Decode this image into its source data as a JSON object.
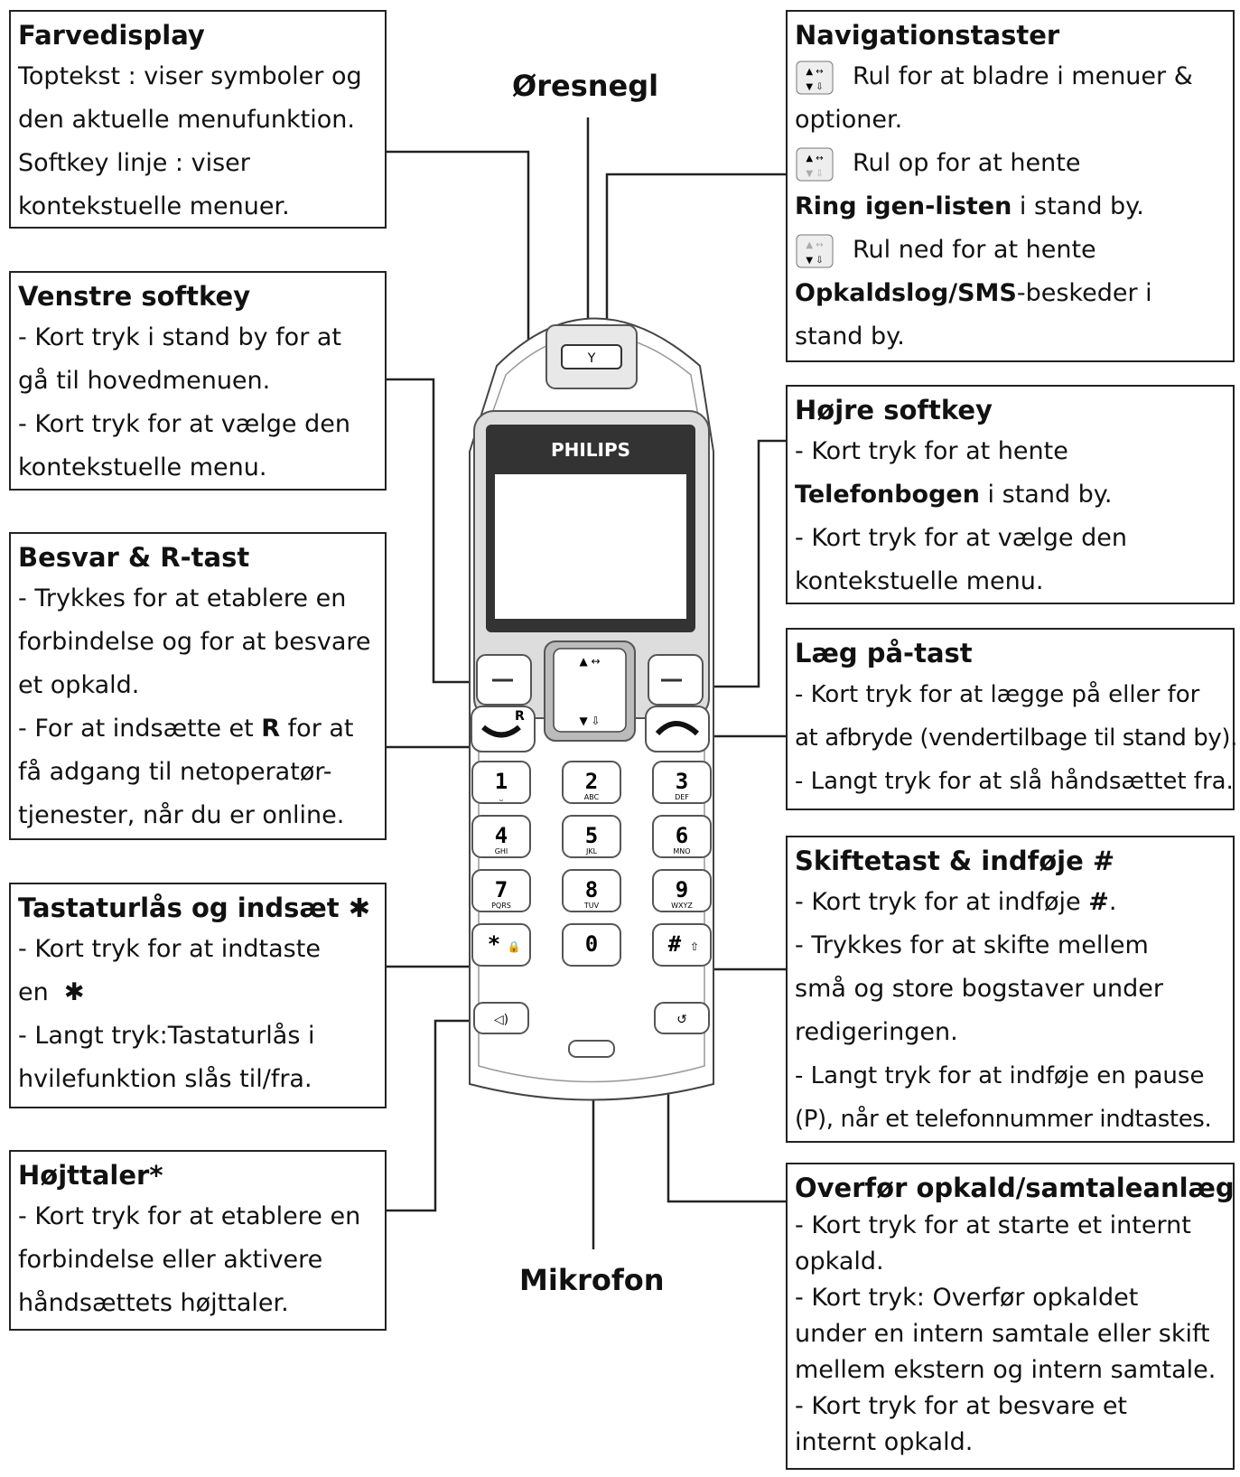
{
  "labels": {
    "earpiece": "Øresnegl",
    "microphone": "Mikrofon"
  },
  "phone": {
    "brand": "PHILIPS",
    "keys": [
      {
        "digit": "1",
        "sub": "⎵"
      },
      {
        "digit": "2",
        "sub": "ABC"
      },
      {
        "digit": "3",
        "sub": "DEF"
      },
      {
        "digit": "4",
        "sub": "GHI"
      },
      {
        "digit": "5",
        "sub": "JKL"
      },
      {
        "digit": "6",
        "sub": "MNO"
      },
      {
        "digit": "7",
        "sub": "PQRS"
      },
      {
        "digit": "8",
        "sub": "TUV"
      },
      {
        "digit": "9",
        "sub": "WXYZ"
      },
      {
        "digit": "*",
        "sub": "🔒"
      },
      {
        "digit": "0",
        "sub": ""
      },
      {
        "digit": "#",
        "sub": "⇧"
      }
    ],
    "r_label": "R"
  },
  "boxes": {
    "farvedisplay": {
      "title": "Farvedisplay",
      "lines": [
        "Toptekst : viser symboler og",
        "den aktuelle menufunktion.",
        "Softkey linje : viser",
        "kontekstuelle menuer."
      ]
    },
    "venstre": {
      "title": "Venstre softkey",
      "lines": [
        "- Kort tryk i stand by for at",
        "gå til hovedmenuen.",
        "- Kort tryk for at vælge den",
        "kontekstuelle menu."
      ]
    },
    "besvar": {
      "title": "Besvar & R-tast",
      "lines": [
        "- Trykkes for at etablere en",
        "forbindelse og for at besvare",
        "et opkald."
      ],
      "l4a": "- For at indsætte et ",
      "l4b": "R",
      "l4c": " for at",
      "lines2": [
        "få adgang til netoperatør-",
        "tjenester, når du er online."
      ]
    },
    "tastaturlaas": {
      "title": "Tastaturlås og indsæt",
      "title_star": "✱",
      "l1": "- Kort tryk for at indtaste",
      "l2": "en",
      "l2_star": "✱",
      "lines": [
        "- Langt tryk:Tastaturlås i",
        "hvilefunktion slås til/fra."
      ]
    },
    "hoejttaler": {
      "title": "Højttaler*",
      "lines": [
        "- Kort tryk for at etablere en",
        "forbindelse eller aktivere",
        "håndsættets højttaler."
      ]
    },
    "navigation": {
      "title": "Navigationstaster",
      "n1a": "Rul for at bladre i menuer &",
      "n1b": "optioner.",
      "n2a": "Rul op for at hente",
      "n2b_bold": "Ring igen-listen",
      "n2b_rest": " i stand by.",
      "n3a": "Rul ned for at hente",
      "n3b_bold": "Opkaldslog/SMS",
      "n3b_rest": "-beskeder i",
      "n3c": "stand by."
    },
    "hoejre": {
      "title": "Højre softkey",
      "l1": "- Kort tryk for at hente",
      "l2_bold": "Telefonbogen",
      "l2_rest": " i stand by.",
      "lines": [
        "- Kort tryk for at vælge den",
        "kontekstuelle menu."
      ]
    },
    "laegpaa": {
      "title": "Læg på-tast",
      "lines": [
        "- Kort tryk for at lægge på eller for",
        "at afbryde (vendertilbage til stand by).",
        "- Langt tryk for at slå håndsættet fra."
      ]
    },
    "skiftetast": {
      "title": "Skiftetast & indføje #",
      "l1a": "- Kort tryk for at indføje ",
      "l1b": "#",
      "l1c": ".",
      "lines": [
        "- Trykkes for at skifte mellem",
        "små og store bogstaver under",
        "redigeringen.",
        "- Langt tryk for at indføje en pause",
        "(P), når et telefonnummer indtastes."
      ]
    },
    "overfoer": {
      "title": "Overfør opkald/samtaleanlæg",
      "lines": [
        "- Kort tryk for at starte et internt",
        "opkald.",
        "- Kort tryk: Overfør opkaldet",
        "under en intern samtale eller skift",
        "mellem ekstern og intern samtale.",
        "- Kort tryk for at besvare et",
        "internt opkald."
      ]
    }
  }
}
